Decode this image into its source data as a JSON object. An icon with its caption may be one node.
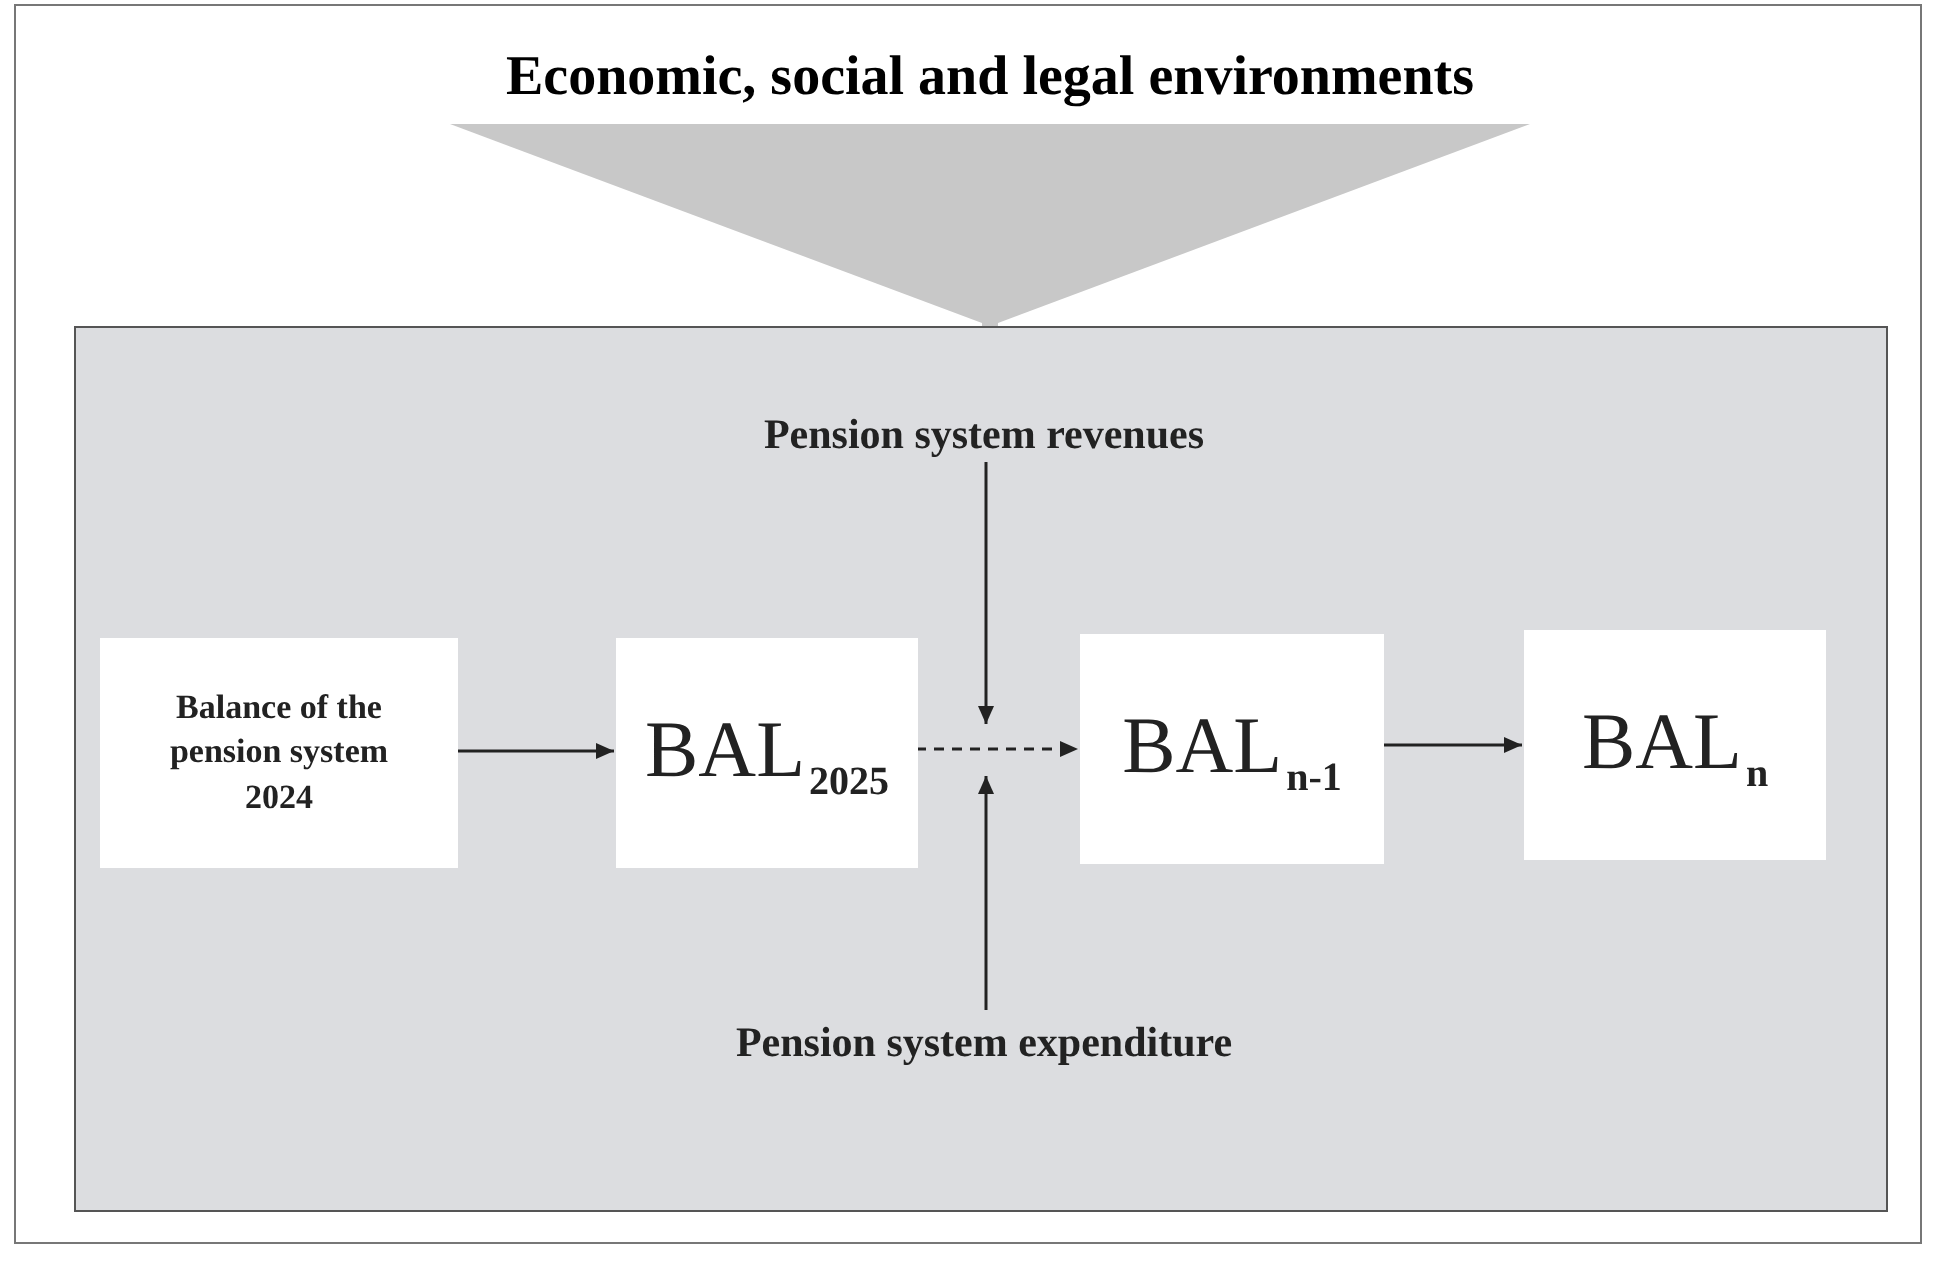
{
  "diagram": {
    "nodes": [
      {
        "text": [
          "Economic, social and legal environments"
        ]
      },
      {
        "text": [],
        "shape": "box"
      },
      {
        "text": [
          "Pension system revenues"
        ],
        "in": 1
      },
      {
        "text": [
          "Balance of the pension system 2024"
        ],
        "in": 1
      },
      {
        "text": [
          "BAL$_{2025}$"
        ],
        "in": 1
      },
      {
        "text": [
          "BAL$_{n-1}$"
        ],
        "in": 1
      },
      {
        "text": [
          "BAL$_{n}$"
        ],
        "in": 1
      },
      {
        "text": [
          "Pension system expenditure"
        ],
        "in": 1
      }
    ],
    "edges": [
      {
        "from": 0,
        "to": 1,
        "arrow": "to",
        "style": "thick",
        "color": "#c8c8c8"
      },
      {
        "from": 3,
        "to": 4,
        "arrow": "to"
      },
      {
        "from": 4,
        "to": 5,
        "arrow": "to",
        "style": "dashed"
      },
      {
        "from": 5,
        "to": 6,
        "arrow": "to"
      },
      {
        "from": 2,
        "to": null,
        "arrow": "to"
      },
      {
        "from": 7,
        "to": null,
        "arrow": "to"
      }
    ]
  }
}
